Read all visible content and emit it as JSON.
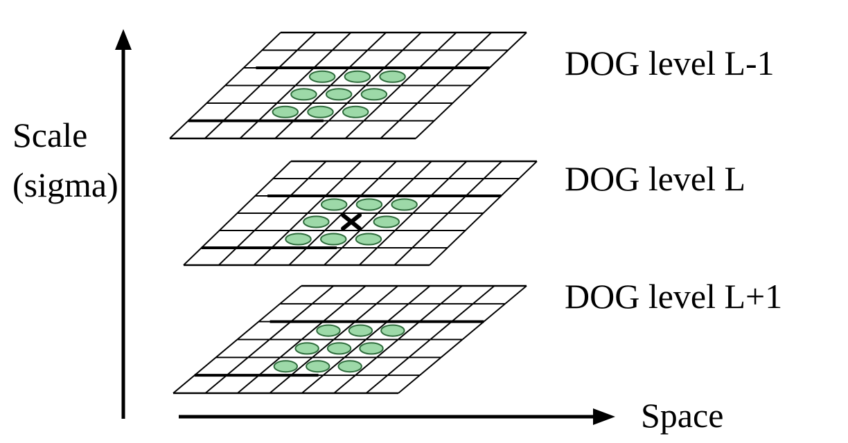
{
  "axes": {
    "vertical_label_line1": "Scale",
    "vertical_label_line2": "(sigma)",
    "horizontal_label": "Space"
  },
  "levels": [
    {
      "label": "DOG level L-1",
      "neighbors": 9,
      "center_marker": false
    },
    {
      "label": "DOG level L",
      "neighbors": 8,
      "center_marker": true
    },
    {
      "label": "DOG level L+1",
      "neighbors": 9,
      "center_marker": false
    }
  ],
  "colors": {
    "grid_line": "#000000",
    "neighbor_fill": "#9dd9a8",
    "neighbor_stroke": "#2c6a3a",
    "center_marker": "#000000",
    "background": "#ffffff"
  }
}
